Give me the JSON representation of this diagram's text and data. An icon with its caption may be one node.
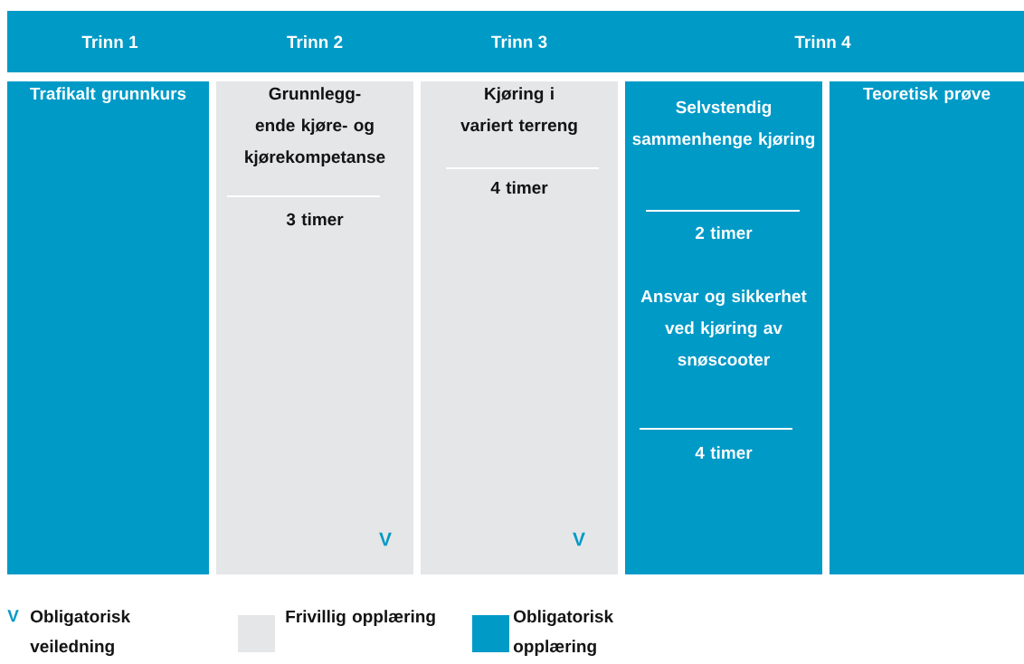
{
  "diagram": {
    "nodes": [
      {
        "text": [
          "Trinn 1"
        ]
      },
      {
        "text": [
          "Trinn 2"
        ]
      },
      {
        "text": [
          "Trinn 3"
        ]
      },
      {
        "text": [
          "Trinn 4"
        ]
      },
      {
        "text": [
          "Trafikalt grunnkurs"
        ]
      },
      {
        "text": [
          "Grunnlegg- ende kjøre- og kjørekompetanse",
          "3 timer",
          "V"
        ]
      },
      {
        "text": [
          "Kjøring i variert terreng",
          "4 timer",
          "V"
        ]
      },
      {
        "text": [
          "Selvstendig sammenhenge kjøring",
          "2 timer",
          "Ansvar og sikkerhet ved kjøring av snøscooter",
          "4 timer"
        ]
      },
      {
        "text": [
          "Teoretisk prøve"
        ]
      }
    ],
    "labels": [
      "V"
    ],
    "legend": [
      {
        "text": "Obligatorisk veiledning"
      },
      {
        "text": "Frivillig opplæring",
        "color": "#e5e6e8"
      },
      {
        "text": "Obligatorisk opplæring",
        "color": "#009ac7"
      }
    ]
  }
}
